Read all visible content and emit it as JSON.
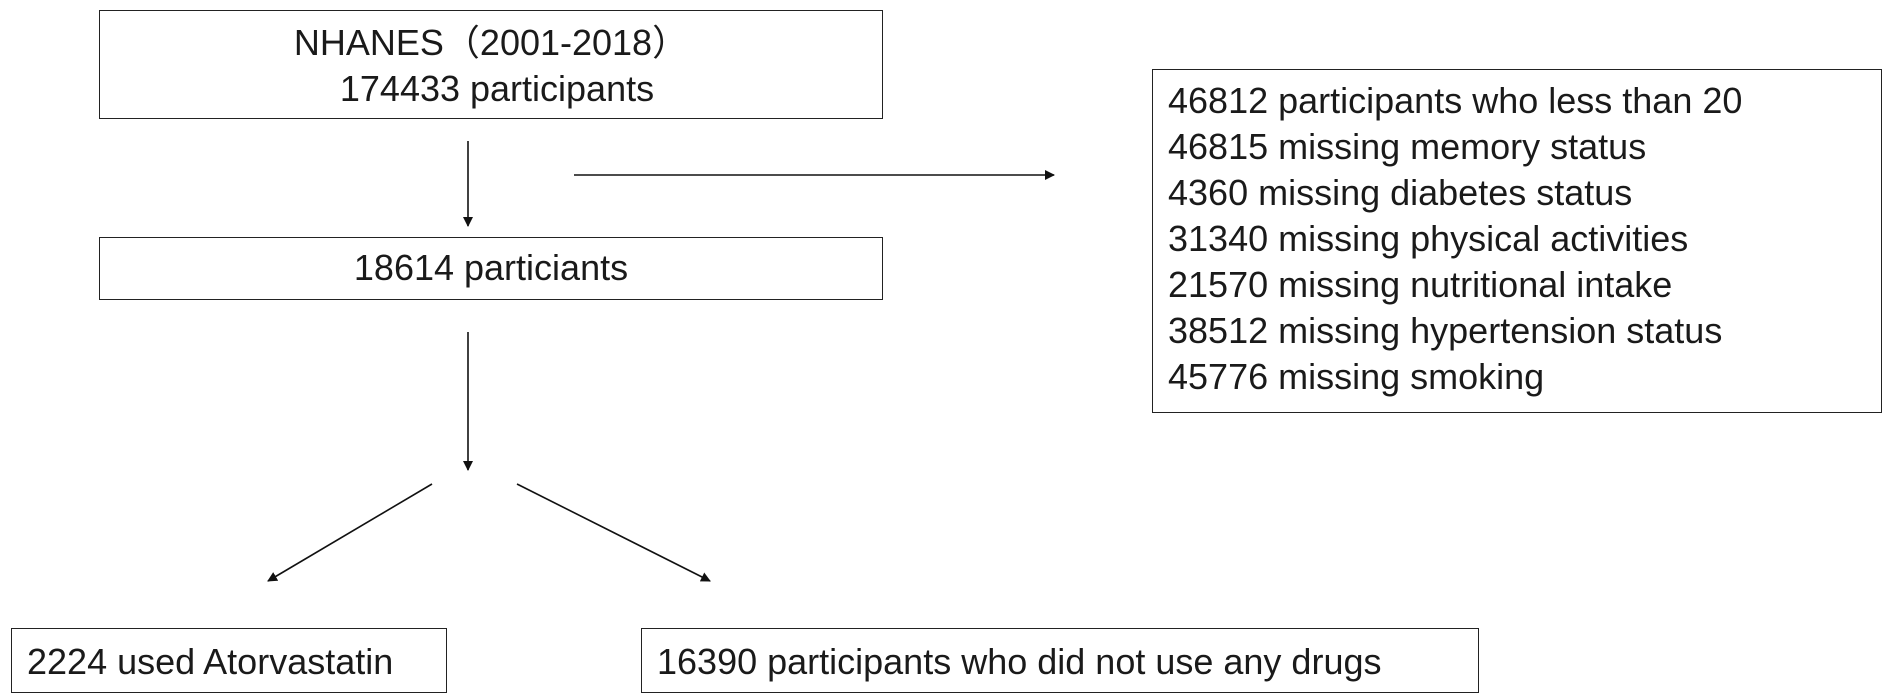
{
  "source": {
    "line1": "NHANES（2001-2018）",
    "line2": "174433 participants"
  },
  "filtered": {
    "label": "18614 particiants"
  },
  "exclusions": [
    "46812 participants who less than 20",
    "46815 missing memory status",
    "4360 missing diabetes status",
    "31340 missing physical activities",
    "21570 missing nutritional intake",
    "38512 missing hypertension status",
    "45776 missing smoking"
  ],
  "groups": {
    "atorvastatin": "2224 used Atorvastatin",
    "no_drugs": "16390 participants who did not use any drugs"
  }
}
